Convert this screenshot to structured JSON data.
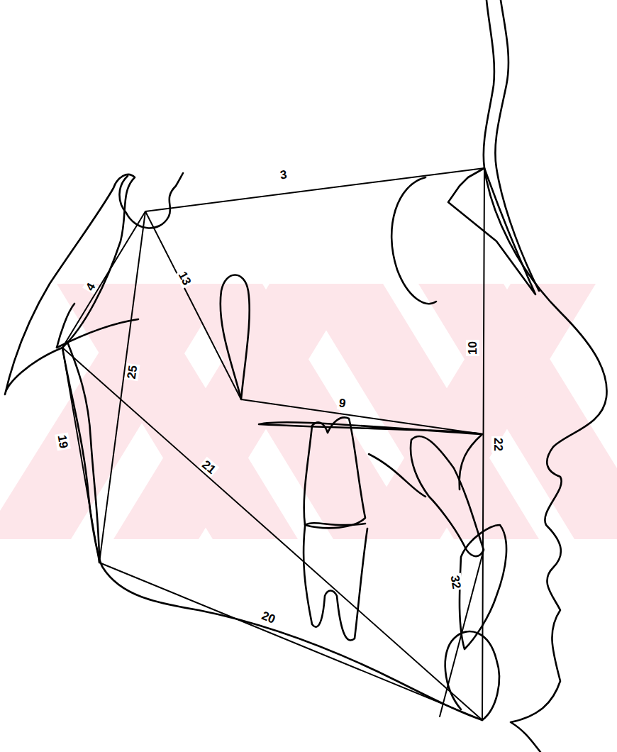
{
  "diagram": {
    "labels": [
      "3",
      "4",
      "13",
      "25",
      "10",
      "9",
      "22",
      "19",
      "21",
      "32",
      "20"
    ]
  }
}
